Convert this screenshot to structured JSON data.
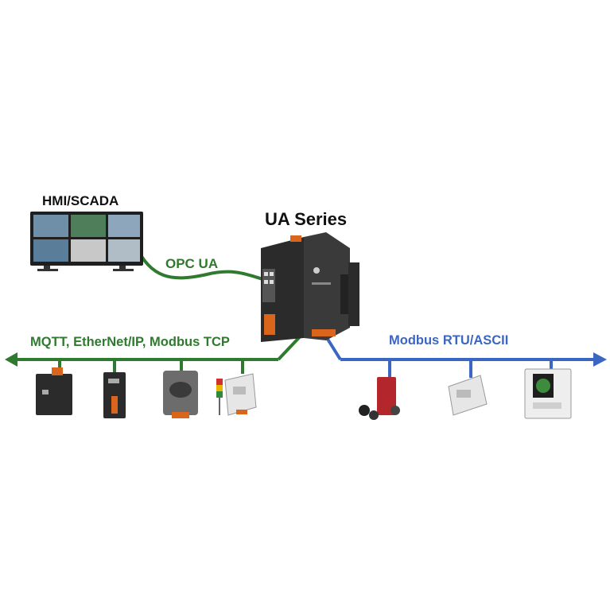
{
  "labels": {
    "hmi": "HMI/SCADA",
    "ua": "UA Series",
    "opc": "OPC UA",
    "green_bus": "MQTT, EtherNet/IP, Modbus TCP",
    "blue_bus": "Modbus RTU/ASCII"
  },
  "colors": {
    "green_bus": "#2f7a2f",
    "blue_bus": "#3b66c2",
    "device_dark": "#2b2b2b",
    "connector_orange": "#d9661c"
  },
  "icons": [
    "monitor-wall-icon",
    "ua-controller-icon",
    "io-module-icon",
    "signal-tower-icon",
    "power-meter-icon",
    "display-meter-icon"
  ]
}
